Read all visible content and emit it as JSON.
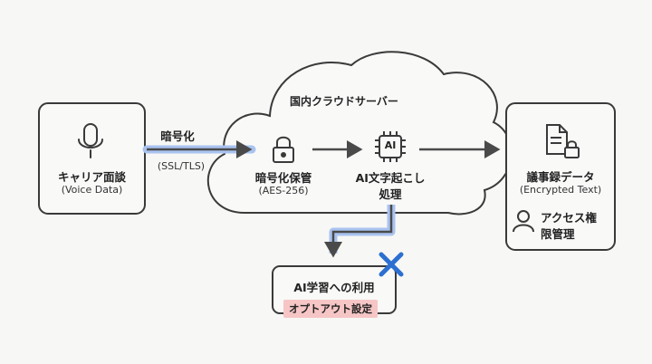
{
  "source": {
    "title": "キャリア面談",
    "subtitle": "(Voice Data)",
    "icon": "microphone-icon"
  },
  "transfer": {
    "label": "暗号化",
    "protocol": "(SSL/TLS)"
  },
  "cloud": {
    "title": "国内クラウドサーバー",
    "storage": {
      "title": "暗号化保管",
      "subtitle": "(AES-256)",
      "icon": "lock-icon"
    },
    "transcription": {
      "title_line1": "AI文字起こし",
      "title_line2": "処理",
      "icon": "ai-chip-icon",
      "icon_text": "AI"
    }
  },
  "output": {
    "title": "議事録データ",
    "subtitle": "(Encrypted Text)",
    "icon": "document-lock-icon",
    "access_line1": "アクセス権",
    "access_line2": "限管理",
    "access_icon": "user-icon"
  },
  "ai_learning": {
    "title": "AI学習への利用",
    "badge": "オプトアウト設定",
    "status_icon": "cross-icon"
  },
  "colors": {
    "line": "#4a4a4a",
    "highlight": "#a9c3ef",
    "cross": "#2d6fd1",
    "badge_bg": "#f6c5c5",
    "box_bg": "#f9f9f8"
  }
}
